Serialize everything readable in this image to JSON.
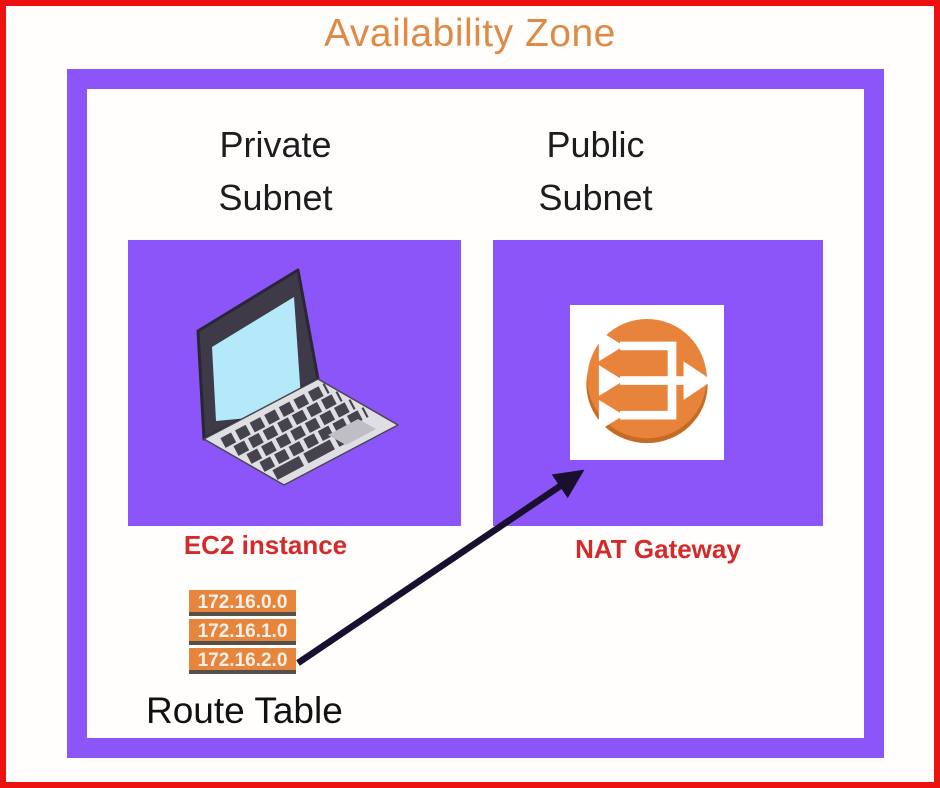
{
  "title": {
    "text": "Availability Zone"
  },
  "private_subnet": {
    "line1": "Private",
    "line2": "Subnet"
  },
  "public_subnet": {
    "line1": "Public",
    "line2": "Subnet"
  },
  "ec2": {
    "label": "EC2 instance"
  },
  "nat": {
    "label": "NAT Gateway"
  },
  "route_table": {
    "label": "Route Table",
    "entries": [
      "172.16.0.0",
      "172.16.1.0",
      "172.16.2.0"
    ]
  },
  "icons": {
    "laptop": "laptop-icon",
    "nat_gateway": "nat-gateway-icon",
    "arrow": "route-to-nat-arrow"
  },
  "colors": {
    "outer_border": "#EE1111",
    "zone_border": "#8B55FA",
    "subnet_fill": "#8B55FA",
    "title_orange": "#DF8A45",
    "label_red": "#D42A2A",
    "bar_orange": "#E8853C",
    "bar_text": "#F8F1E9",
    "nat_icon_orange": "#E8833C",
    "arrow_color": "#18102E"
  }
}
